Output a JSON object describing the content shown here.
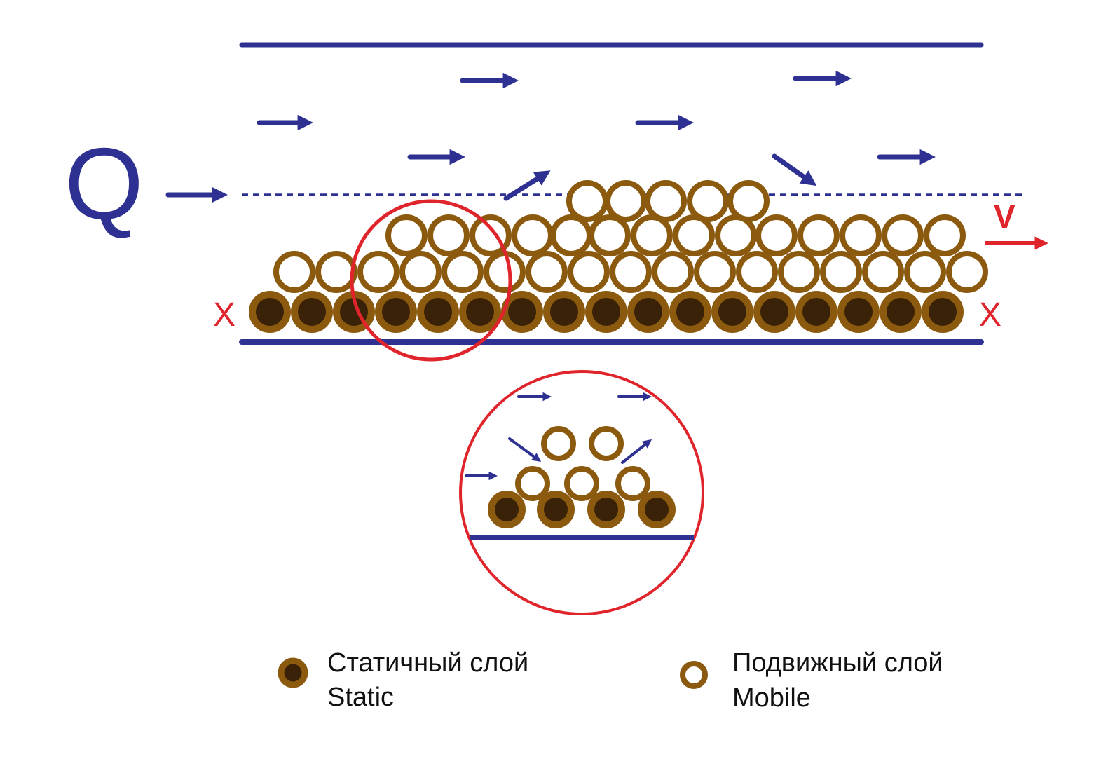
{
  "diagram": {
    "flow_label": "Q",
    "velocity_label": "V",
    "section_marker_left": "X",
    "section_marker_right": "X"
  },
  "legend": {
    "static": {
      "line1": "Статичный слой",
      "line2": "Static"
    },
    "mobile": {
      "line1": "Подвижный слой",
      "line2": "Mobile"
    }
  },
  "colors": {
    "blue": "#2e3192",
    "red": "#e0242b",
    "ring": "#8b5a0f",
    "core": "#3a2208"
  }
}
